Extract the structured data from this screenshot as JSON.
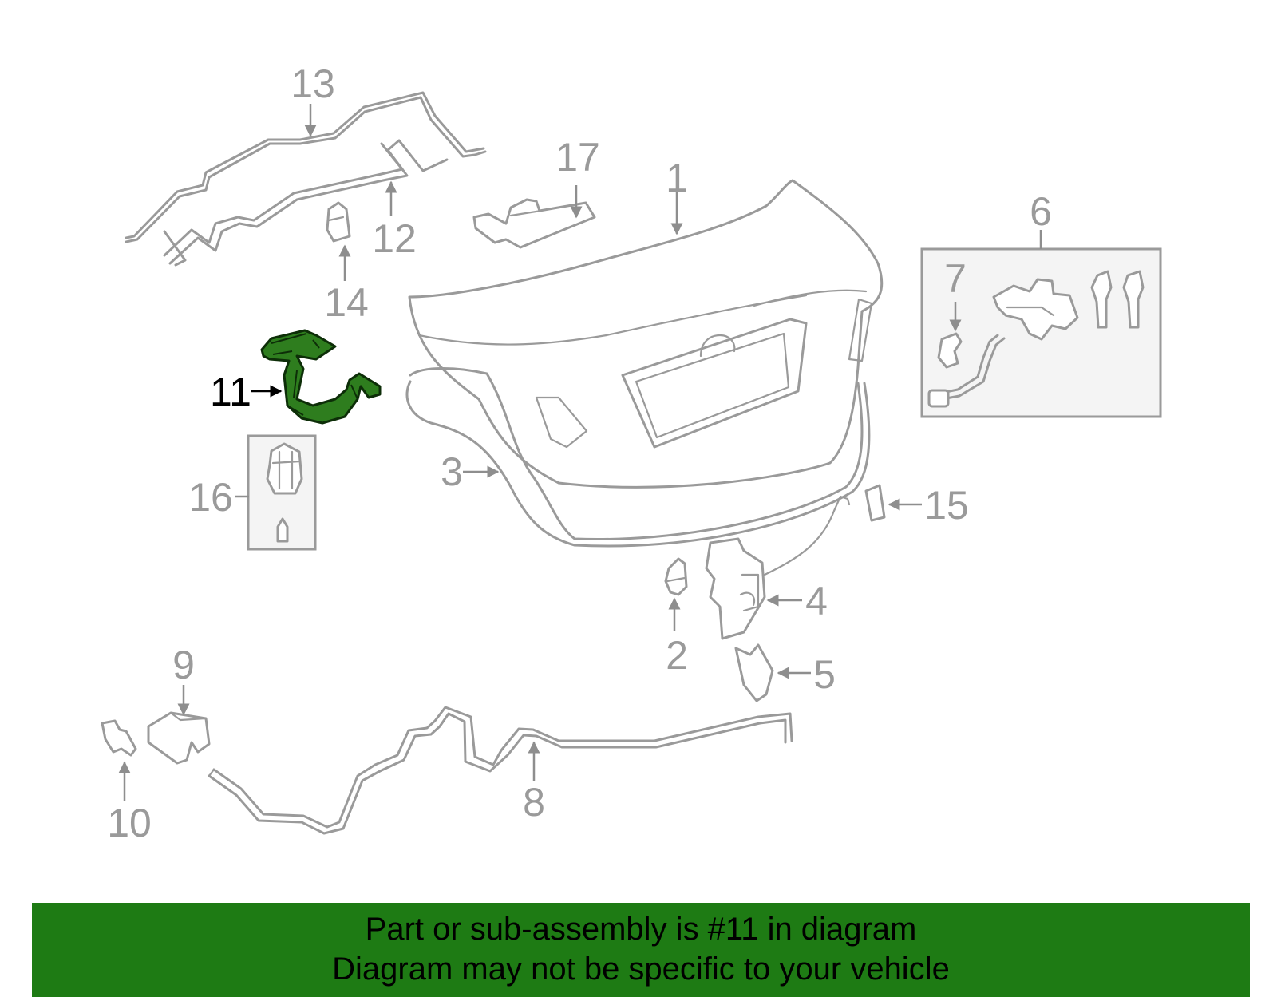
{
  "diagram": {
    "highlight_color": "#2e7d1e",
    "banner_color": "#1e7b14",
    "callouts": {
      "c1": "1",
      "c2": "2",
      "c3": "3",
      "c4": "4",
      "c5": "5",
      "c6": "6",
      "c7": "7",
      "c8": "8",
      "c9": "9",
      "c10": "10",
      "c11": "11",
      "c12": "12",
      "c13": "13",
      "c14": "14",
      "c15": "15",
      "c16": "16",
      "c17": "17"
    },
    "highlighted_part": "11"
  },
  "banner": {
    "line1": "Part or sub-assembly is #11 in diagram",
    "line2": "Diagram may not be specific to your vehicle"
  }
}
